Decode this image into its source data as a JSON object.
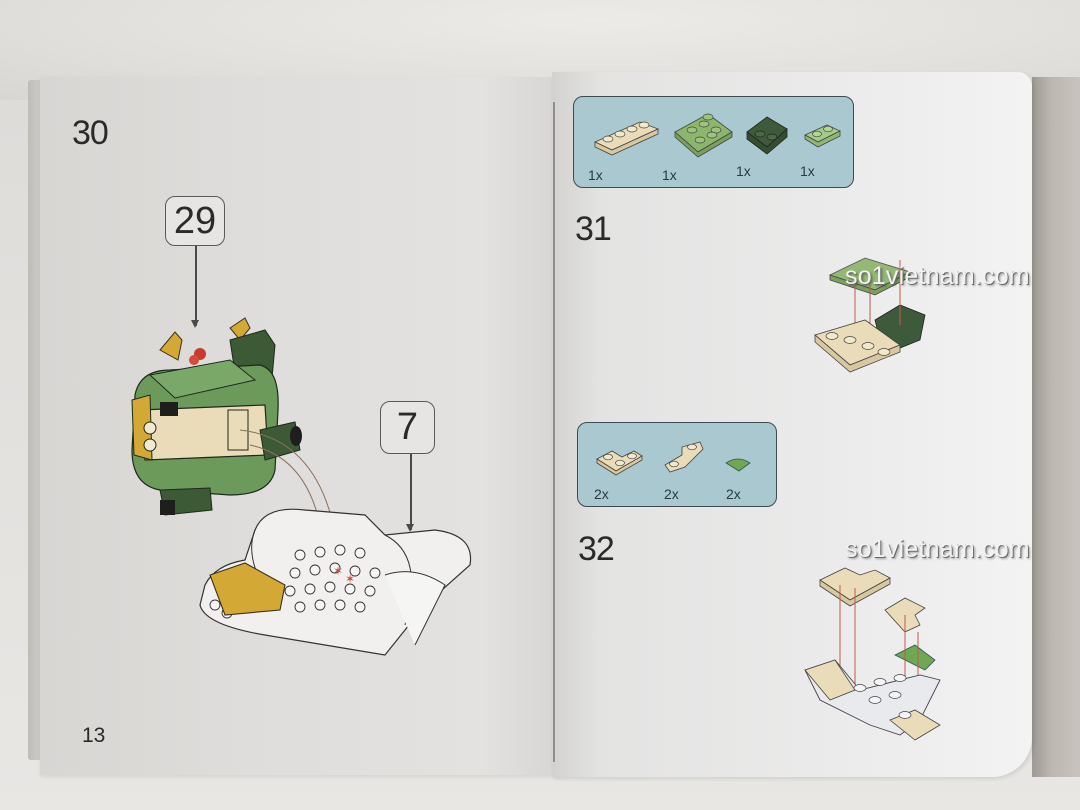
{
  "document": {
    "type": "building instruction booklet",
    "left_page": {
      "page_number": "13",
      "step": {
        "number": "30",
        "callouts": [
          {
            "label": "29",
            "refers_to": "dragon body assembly"
          },
          {
            "label": "7",
            "refers_to": "base assembly"
          }
        ]
      }
    },
    "right_page": {
      "steps": [
        {
          "number": "31",
          "parts": [
            {
              "shape": "1x4 plate",
              "color": "#eadcb8",
              "qty": "1x"
            },
            {
              "shape": "2x3 plate",
              "color": "#8db56c",
              "qty": "1x"
            },
            {
              "shape": "2x2 curved slope",
              "color": "#3d5a3a",
              "qty": "1x"
            },
            {
              "shape": "1x2 plate",
              "color": "#a4cc88",
              "qty": "1x"
            }
          ]
        },
        {
          "number": "32",
          "parts": [
            {
              "shape": "2x2 corner plate",
              "color": "#eadcb8",
              "qty": "2x"
            },
            {
              "shape": "1x2 jumper plate",
              "color": "#eadcb8",
              "qty": "2x"
            },
            {
              "shape": "1x1 quarter round tile",
              "color": "#6fa755",
              "qty": "2x"
            }
          ]
        }
      ]
    },
    "watermarks": [
      "so1vietnam.com",
      "so1vietnam.com"
    ]
  },
  "colors": {
    "parts_box_fill": "#a9c8d0",
    "parts_box_border": "#3f4a4e",
    "dragon_dark_green": "#3b5a35",
    "dragon_mid_green": "#6b9a5a",
    "tan": "#eadcb8",
    "gold": "#d4a834",
    "assembly_arrow_red": "#d9423a"
  }
}
